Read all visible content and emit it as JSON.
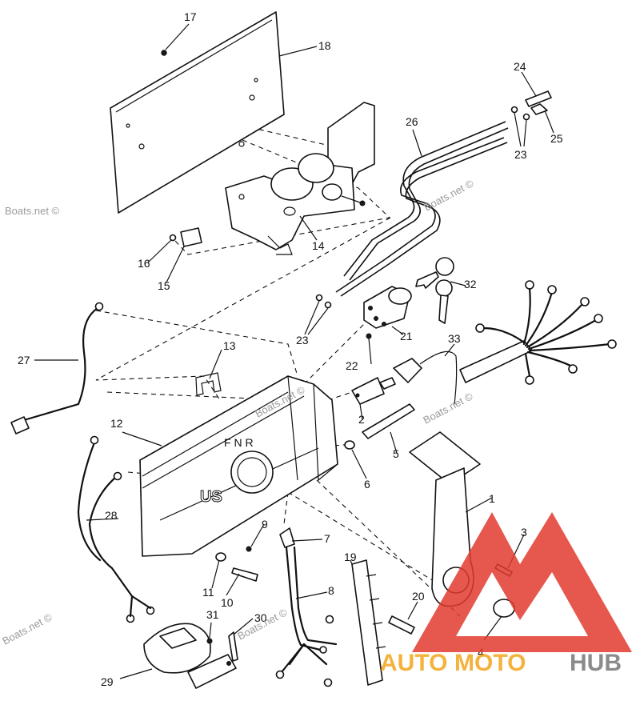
{
  "callouts": [
    "1",
    "2",
    "3",
    "4",
    "5",
    "6",
    "7",
    "8",
    "9",
    "10",
    "11",
    "12",
    "13",
    "14",
    "15",
    "16",
    "17",
    "18",
    "19",
    "20",
    "21",
    "22",
    "23",
    "23",
    "24",
    "25",
    "26",
    "27",
    "28",
    "29",
    "30",
    "31",
    "32",
    "33"
  ],
  "watermarks": [
    "Boats.net ©",
    "Boats.net ©",
    "Boats.net ©",
    "Boats.net ©",
    "Boats.net ©",
    "Boats.net ©"
  ],
  "housing_mark": "US",
  "shift_marks": "F  N  R",
  "logo": {
    "text_auto": "AUTO",
    "text_moto": "MOTO",
    "text_hub": "HUB",
    "color_red": "#e23a2e",
    "color_orange": "#f3a51c",
    "color_gray": "#777777"
  }
}
